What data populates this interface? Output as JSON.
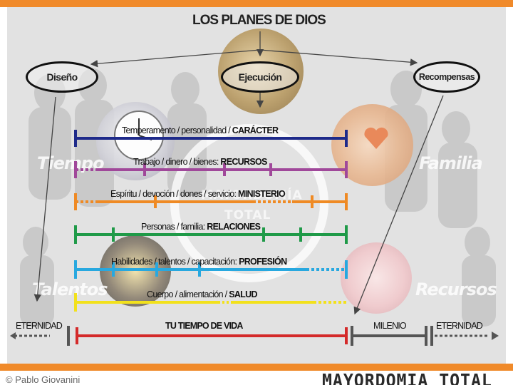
{
  "title": "LOS PLANES DE DIOS",
  "nodes": {
    "diseno": "Diseño",
    "ejecucion": "Ejecución",
    "recompensas": "Recompensas"
  },
  "background_words": {
    "tiempo": "Tiempo",
    "familia": "Familia",
    "talentos": "Talentos",
    "recursos": "Recursos",
    "watermark_line1": "MAYORDOMÍA",
    "watermark_line2": "TOTAL"
  },
  "bars": [
    {
      "prefix": "Temperamento / personalidad / ",
      "keyword": "CARÁCTER",
      "color": "#1e2a8a"
    },
    {
      "prefix": "Trabajo / dinero / bienes: ",
      "keyword": "RECURSOS",
      "color": "#a0489a"
    },
    {
      "prefix": "Espíritu / devoción / dones / servicio: ",
      "keyword": "MINISTERIO",
      "color": "#ef8a24"
    },
    {
      "prefix": "Personas / familia: ",
      "keyword": "RELACIONES",
      "color": "#1f9a48"
    },
    {
      "prefix": "Habilidades / talentos / capacitación: ",
      "keyword": "PROFESIÓN",
      "color": "#28a8df"
    },
    {
      "prefix": "Cuerpo / alimentación / ",
      "keyword": "SALUD",
      "color": "#f2e11c"
    }
  ],
  "timeline": {
    "eternidad_left": "ETERNIDAD",
    "lifetime": "TU TIEMPO DE VIDA",
    "milenio": "MILENIO",
    "eternidad_right": "ETERNIDAD",
    "lifetime_color": "#d42a2a"
  },
  "footer": {
    "copyright": "© Pablo Giovanini",
    "brand": "MAYORDOMIA TOTAL"
  },
  "colors": {
    "accent_orange": "#f08a2a",
    "panel_gray": "#e2e2e2"
  }
}
